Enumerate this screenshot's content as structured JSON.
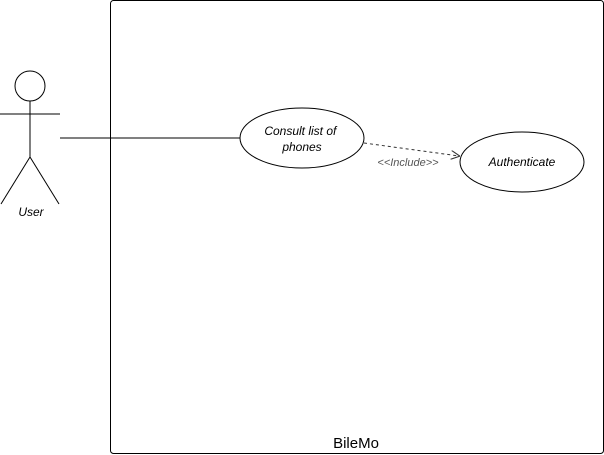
{
  "diagram": {
    "system": {
      "name": "BileMo"
    },
    "actor": {
      "name": "User"
    },
    "use_cases": [
      {
        "lines": [
          "Consult list of",
          "phones"
        ]
      },
      {
        "lines": [
          "Authenticate"
        ]
      }
    ],
    "relationship": {
      "stereotype": "<<Include>>"
    },
    "colors": {
      "stroke": "#000000",
      "fill": "#ffffff",
      "dashed_stroke": "#333333",
      "stereotype_text": "#555555"
    }
  }
}
